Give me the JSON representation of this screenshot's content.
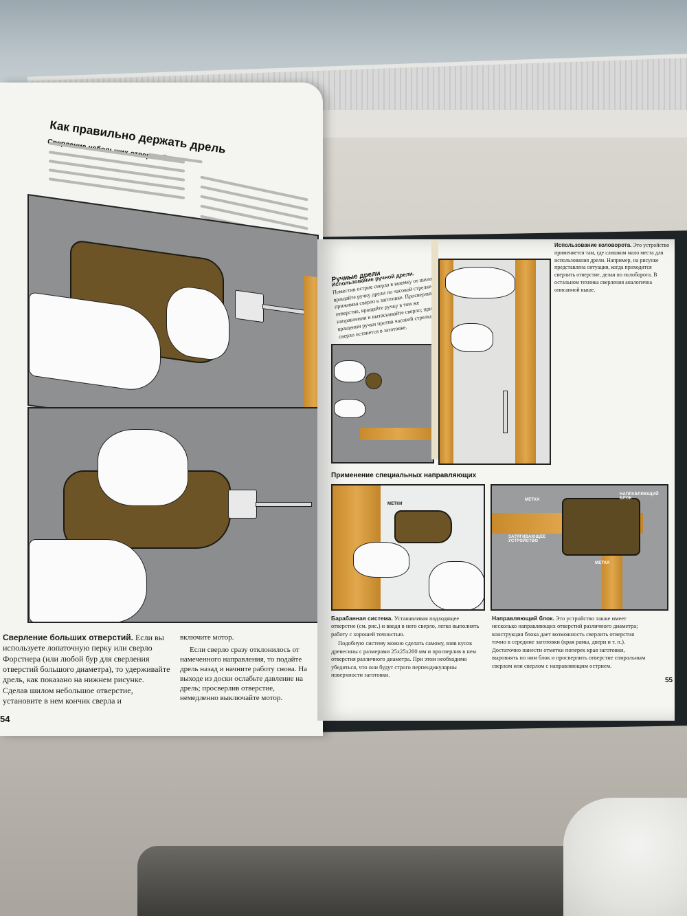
{
  "left_page": {
    "title": "Как правильно держать дрель",
    "section_small_holes": "Сверление небольших отверстий.",
    "section_large_holes_heading": "Сверление больших отверстий.",
    "section_large_holes_text": "Если вы используете лопаточную перку или сверло Форстнера (или любой бур для сверления отверстий большого диаметра), то удерживайте дрель, как показано на нижнем рисунке. Сделав шилом небольшое отверстие, установите в нем кончик сверла и",
    "col2_text_1": "включите мотор.",
    "col2_text_2": "Если сверло сразу отклонилось от намеченного направления, то подайте дрель назад и начните работу снова. На выходе из доски ослабьте давление на дрель; просверлив отверстие, немедленно выключайте мотор.",
    "page_number": "54"
  },
  "right_page": {
    "hand_drills_heading": "Ручные дрели",
    "hand_drill_label": "Использование ручной дрели.",
    "hand_drill_text": "Поместив острие сверла в выемку от шила, вращайте ручку дрели по часовой стрелке, прижимая сверло к заготовке. Просверлив отверстие, вращайте ручку в том же направлении и вытаскивайте сверло; при вращении ручки против часовой стрелки сверло останется в заготовке.",
    "brace_label": "Использование коловорота.",
    "brace_text": "Это устройство применяется там, где слишком мало места для использования дрели. Например, на рисунке представлена ситуация, когда приходится сверлить отверстие, делая по полоборота. В остальном техника сверления аналогична описанной выше.",
    "guides_heading": "Применение специальных направляющих",
    "label_marks_left": "МЕТКИ",
    "label_mark": "МЕТКА",
    "label_guide_block": "НАПРАВЛЯЮЩИЙ БЛОК",
    "label_clamp": "ЗАТЯГИВАЮЩЕЕ УСТРОЙСТВО",
    "label_mark_bottom": "МЕТКА",
    "drum_label": "Барабанная система.",
    "drum_text": "Устанавливая подходящее отверстие (см. рис.) и вводя в него сверло, легко выполнять работу с хорошей точностью.",
    "drum_text_2": "Подобную систему можно сделать самому, взяв кусок древесины с размерами 25x25x200 мм и просверлив в нем отверстия различного диаметра. При этом необходимо убедиться, что они будут строго перпендикулярны поверхности заготовки.",
    "guide_label": "Направляющий блок.",
    "guide_text": "Это устройство также имеет несколько направляющих отверстий различного диаметра; конструкция блока дает возможность сверлить отверстия точно в середине заготовки (края рамы, двери и т. п.). Достаточно нанести отметки поперек края заготовки, выровнять по ним блок и просверлить отверстие спиральным сверлом или сверлом с направляющим острием.",
    "page_number": "55"
  }
}
